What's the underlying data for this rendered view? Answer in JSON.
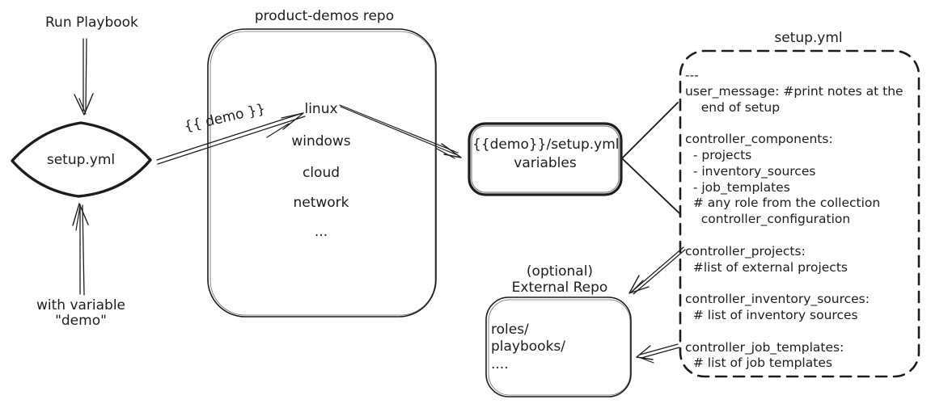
{
  "canvas": {
    "background": "#ffffff",
    "ink": "#1d1d1d"
  },
  "left_flow": {
    "run_playbook_label": "Run Playbook",
    "diamond_label": "setup.yml",
    "with_variable_line1": "with variable",
    "with_variable_line2": "\"demo\""
  },
  "demo_arrow_label": "{{ demo }}",
  "repo_box": {
    "title": "product-demos repo",
    "items": [
      "linux",
      "windows",
      "cloud",
      "network",
      "..."
    ]
  },
  "variables_box": {
    "line1": "{{demo}}/setup.yml",
    "line2": "variables"
  },
  "setup_yml_box": {
    "title": "setup.yml",
    "lines": [
      "---",
      "user_message: #print notes at the",
      "    end of setup",
      "",
      "controller_components:",
      "  - projects",
      "  - inventory_sources",
      "  - job_templates",
      "  # any role from the collection",
      "    controller_configuration",
      "",
      "controller_projects:",
      "  #list of external projects",
      "",
      "controller_inventory_sources:",
      "  # list of inventory sources",
      "",
      "controller_job_templates:",
      "  # list of job templates"
    ]
  },
  "external_repo_box": {
    "title_line1": "(optional)",
    "title_line2": "External Repo",
    "lines": [
      "roles/",
      "playbooks/",
      "...."
    ]
  }
}
